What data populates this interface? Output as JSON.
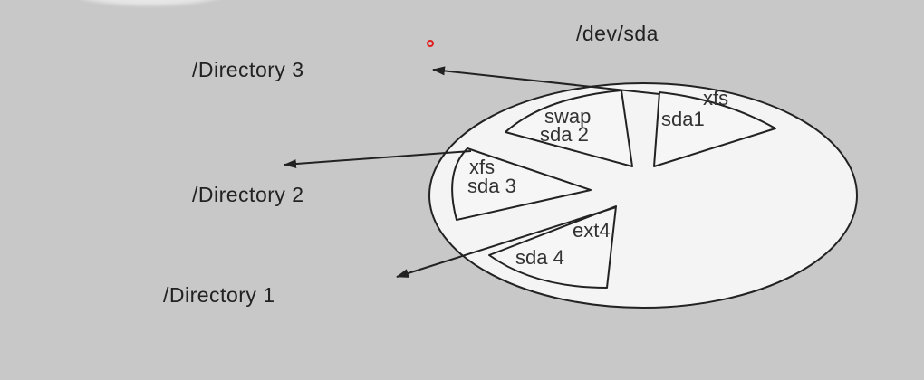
{
  "disk": {
    "label": "/dev/sda"
  },
  "directories": [
    {
      "label": "/Directory 3"
    },
    {
      "label": "/Directory 2"
    },
    {
      "label": "/Directory 1"
    }
  ],
  "partitions": [
    {
      "fs": "xfs",
      "name": "sda1"
    },
    {
      "fs": "swap",
      "name": "sda 2"
    },
    {
      "fs": "xfs",
      "name": "sda 3"
    },
    {
      "fs": "ext4",
      "name": "sda 4"
    }
  ],
  "colors": {
    "background": "#c8c8c8",
    "disk_fill": "#f4f4f4",
    "stroke": "#222222",
    "cursor_dot": "#e02020"
  }
}
